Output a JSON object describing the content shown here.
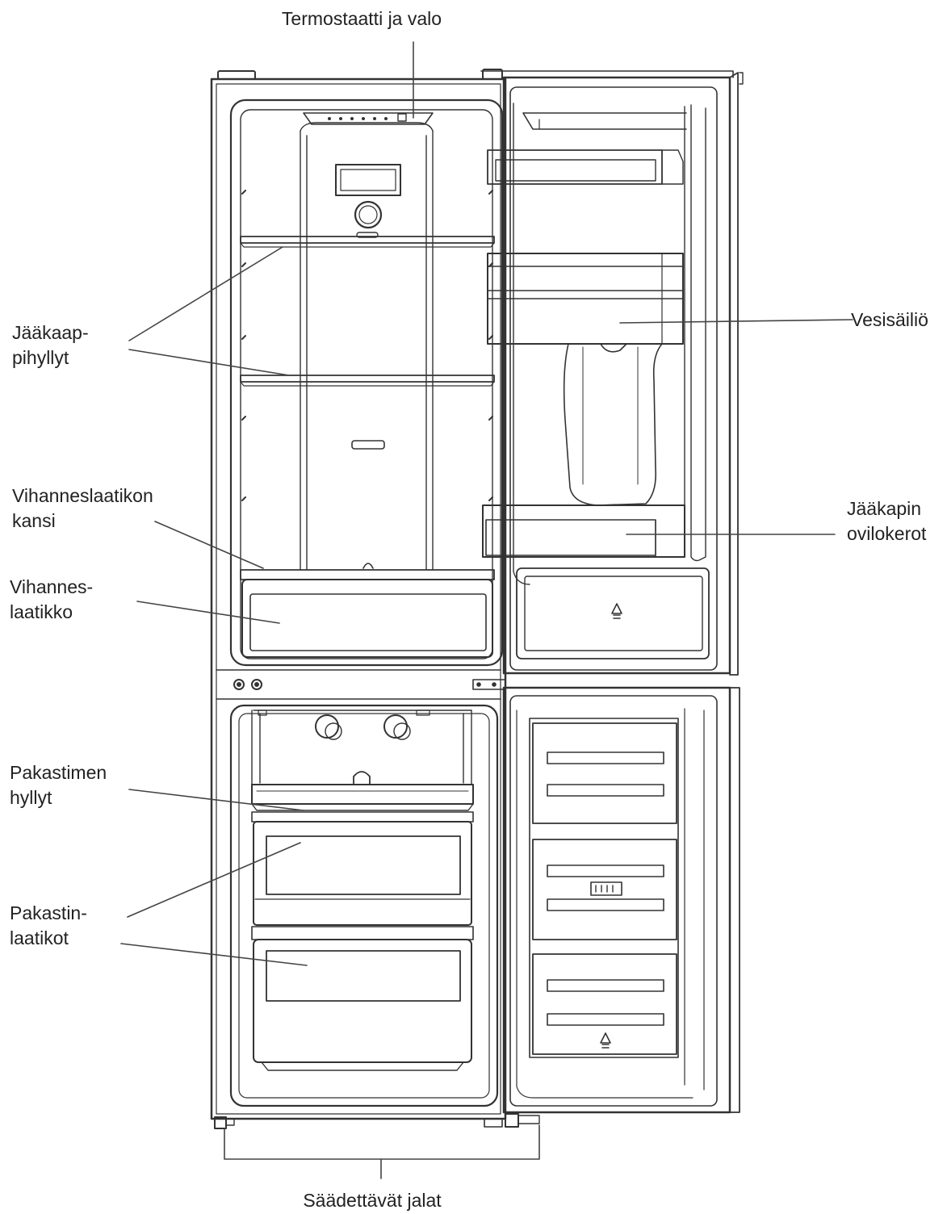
{
  "labels": {
    "thermostat": "Termostaatti ja valo",
    "fridge_shelves_1": "Jääkaap-",
    "fridge_shelves_2": "pihyllyt",
    "crisper_cover_1": "Vihanneslaatikon",
    "crisper_cover_2": "kansi",
    "crisper_1": "Vihannes-",
    "crisper_2": "laatikko",
    "freezer_shelves_1": "Pakastimen",
    "freezer_shelves_2": "hyllyt",
    "freezer_drawers_1": "Pakastin-",
    "freezer_drawers_2": "laatikot",
    "water_tank": "Vesisäiliö",
    "door_bins_1": "Jääkapin",
    "door_bins_2": "ovilokerot",
    "feet": "Säädettävät jalat"
  }
}
